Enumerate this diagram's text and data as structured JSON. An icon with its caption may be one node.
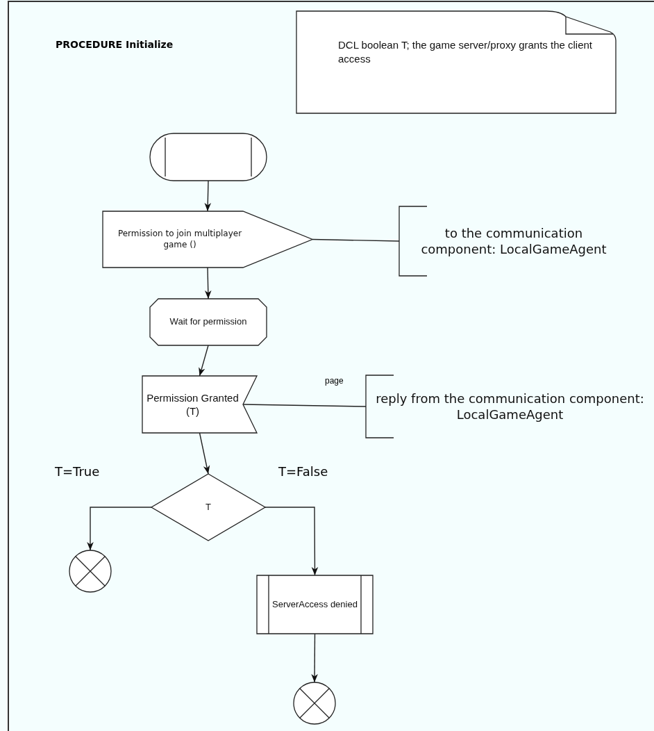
{
  "diagram": {
    "title": "PROCEDURE Initialize",
    "nodes": [
      {
        "text": [
          "DCL boolean T;  the game server/proxy grants the client access"
        ]
      },
      {
        "text": [],
        "shape": "terminator"
      },
      {
        "text": [
          "Permission to join multiplayer game ()"
        ]
      },
      {
        "text": [
          "to the communication component: LocalGameAgent"
        ]
      },
      {
        "text": [
          "Wait for permission"
        ]
      },
      {
        "text": [
          "Permission Granted (T)"
        ]
      },
      {
        "text": [
          "reply from the communication component: LocalGameAgent"
        ]
      },
      {
        "text": [
          "T"
        ]
      },
      {
        "text": [],
        "shape": "circle"
      },
      {
        "text": [
          "ServerAccess denied"
        ]
      },
      {
        "text": [],
        "shape": "circle"
      }
    ],
    "edges": [
      {
        "from": 1,
        "to": 2,
        "arrow": "to"
      },
      {
        "from": 2,
        "to": 3,
        "arrow": "none"
      },
      {
        "from": 2,
        "to": 4,
        "arrow": "to"
      },
      {
        "from": 4,
        "to": 5,
        "arrow": "to"
      },
      {
        "from": 6,
        "to": 5,
        "arrow": "none"
      },
      {
        "from": 5,
        "to": 7,
        "arrow": "to"
      },
      {
        "from": 7,
        "to": 8,
        "label": "T=True",
        "arrow": "to"
      },
      {
        "from": 7,
        "to": 9,
        "label": "T=False",
        "arrow": "to"
      },
      {
        "from": 9,
        "to": 10,
        "arrow": "to"
      }
    ],
    "labels": [
      "page"
    ]
  }
}
